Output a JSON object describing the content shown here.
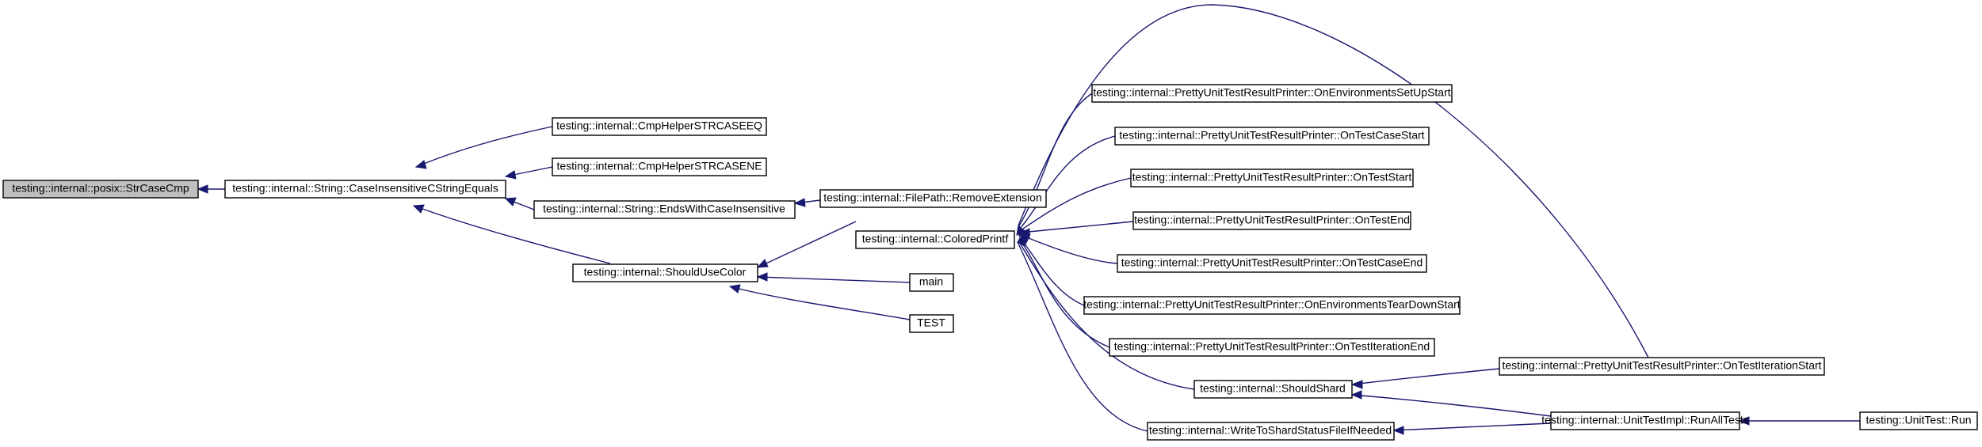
{
  "colors": {
    "edge": "#191970",
    "root_fill": "#bfbfbf",
    "node_fill": "#ffffff",
    "border": "#000000"
  },
  "nodes": {
    "strcasecmp": {
      "label": "testing::internal::posix::StrCaseCmp"
    },
    "caseinsensitive": {
      "label": "testing::internal::String::CaseInsensitiveCStringEquals"
    },
    "cmphelper_eq": {
      "label": "testing::internal::CmpHelperSTRCASEEQ"
    },
    "cmphelper_ne": {
      "label": "testing::internal::CmpHelperSTRCASENE"
    },
    "endswith": {
      "label": "testing::internal::String::EndsWithCaseInsensitive"
    },
    "removeext": {
      "label": "testing::internal::FilePath::RemoveExtension"
    },
    "shouldusecolor": {
      "label": "testing::internal::ShouldUseColor"
    },
    "coloredprintf": {
      "label": "testing::internal::ColoredPrintf"
    },
    "main": {
      "label": "main"
    },
    "test": {
      "label": "TEST"
    },
    "onenvsetup": {
      "label": "testing::internal::PrettyUnitTestResultPrinter::OnEnvironmentsSetUpStart"
    },
    "ontestcasestart": {
      "label": "testing::internal::PrettyUnitTestResultPrinter::OnTestCaseStart"
    },
    "onteststart": {
      "label": "testing::internal::PrettyUnitTestResultPrinter::OnTestStart"
    },
    "ontestend": {
      "label": "testing::internal::PrettyUnitTestResultPrinter::OnTestEnd"
    },
    "ontestcaseend": {
      "label": "testing::internal::PrettyUnitTestResultPrinter::OnTestCaseEnd"
    },
    "onenvteardown": {
      "label": "testing::internal::PrettyUnitTestResultPrinter::OnEnvironmentsTearDownStart"
    },
    "oniterend": {
      "label": "testing::internal::PrettyUnitTestResultPrinter::OnTestIterationEnd"
    },
    "shouldshard": {
      "label": "testing::internal::ShouldShard"
    },
    "writetoshard": {
      "label": "testing::internal::WriteToShardStatusFileIfNeeded"
    },
    "oniterstart": {
      "label": "testing::internal::PrettyUnitTestResultPrinter::OnTestIterationStart"
    },
    "runalltests": {
      "label": "testing::internal::UnitTestImpl::RunAllTests"
    },
    "unittestrun": {
      "label": "testing::UnitTest::Run"
    }
  },
  "edges": [
    {
      "from": "caseinsensitive",
      "to": "strcasecmp"
    },
    {
      "from": "cmphelper_eq",
      "to": "caseinsensitive"
    },
    {
      "from": "cmphelper_ne",
      "to": "caseinsensitive"
    },
    {
      "from": "endswith",
      "to": "caseinsensitive"
    },
    {
      "from": "shouldusecolor",
      "to": "caseinsensitive"
    },
    {
      "from": "removeext",
      "to": "endswith"
    },
    {
      "from": "coloredprintf",
      "to": "shouldusecolor"
    },
    {
      "from": "main",
      "to": "shouldusecolor"
    },
    {
      "from": "test",
      "to": "shouldusecolor"
    },
    {
      "from": "oniterstart",
      "to": "coloredprintf"
    },
    {
      "from": "onenvsetup",
      "to": "coloredprintf"
    },
    {
      "from": "ontestcasestart",
      "to": "coloredprintf"
    },
    {
      "from": "onteststart",
      "to": "coloredprintf"
    },
    {
      "from": "ontestend",
      "to": "coloredprintf"
    },
    {
      "from": "ontestcaseend",
      "to": "coloredprintf"
    },
    {
      "from": "onenvteardown",
      "to": "coloredprintf"
    },
    {
      "from": "oniterend",
      "to": "coloredprintf"
    },
    {
      "from": "shouldshard",
      "to": "coloredprintf"
    },
    {
      "from": "writetoshard",
      "to": "coloredprintf"
    },
    {
      "from": "oniterstart",
      "to": "shouldshard"
    },
    {
      "from": "runalltests",
      "to": "shouldshard"
    },
    {
      "from": "runalltests",
      "to": "writetoshard"
    },
    {
      "from": "unittestrun",
      "to": "runalltests"
    }
  ]
}
